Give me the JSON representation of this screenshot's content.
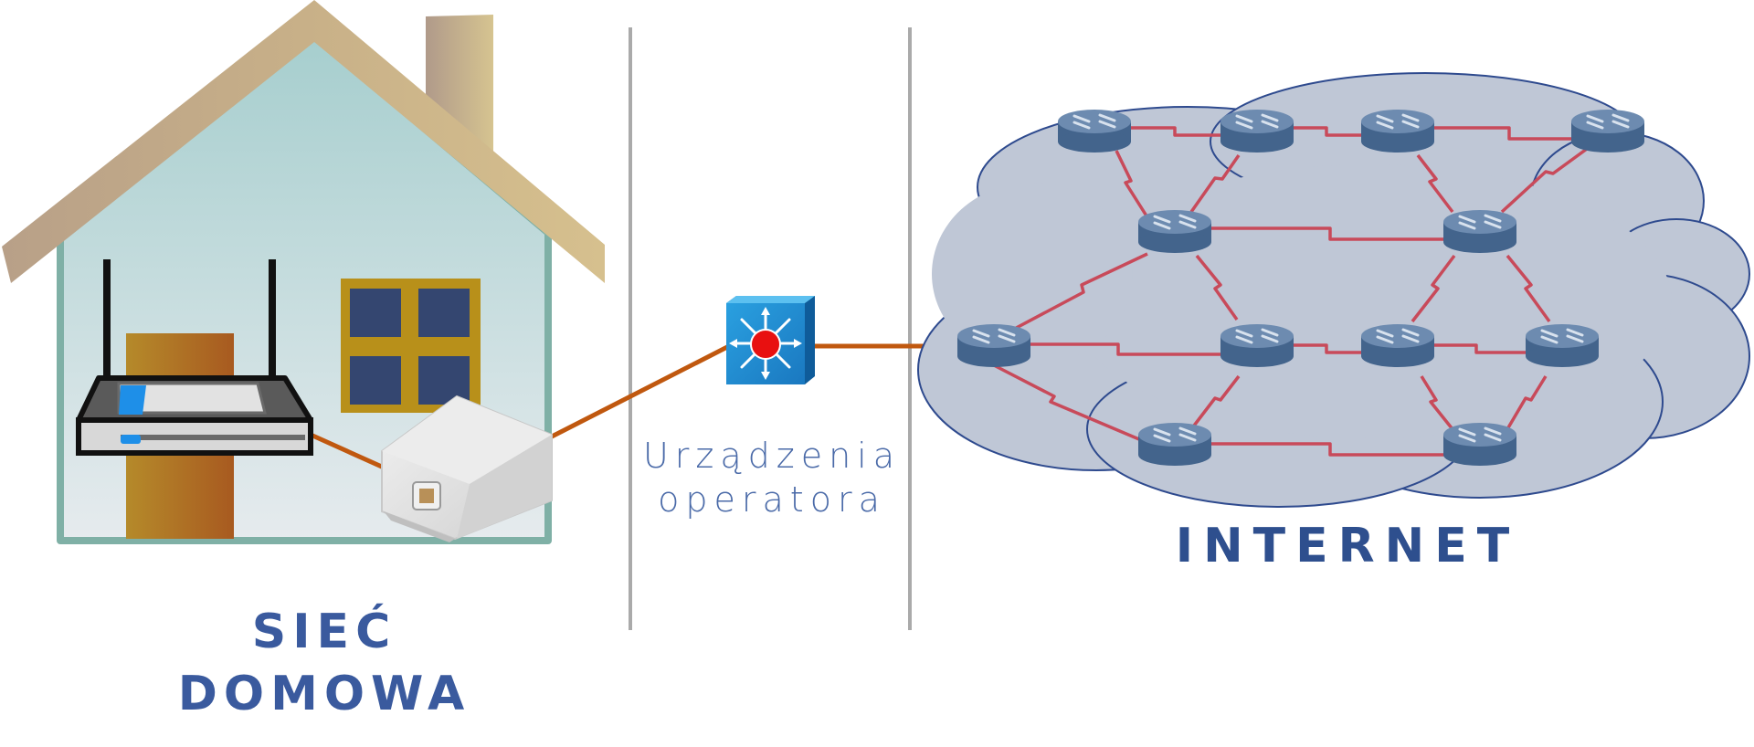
{
  "labels": {
    "home_line1": "SIEĆ",
    "home_line2": "DOMOWA",
    "operator_line1": "Urządzenia",
    "operator_line2": "operatora",
    "internet": "INTERNET"
  },
  "colors": {
    "title_blue": "#3a5a9e",
    "cable_orange": "#c0580f",
    "mesh_red": "#c84a5a",
    "cloud_fill": "#bfc7d6",
    "router_blue": "#5a7ba0",
    "divider_gray": "#aaaaaa"
  },
  "icons": [
    "house-icon",
    "wifi-router-icon",
    "phone-socket-icon",
    "operator-switch-icon",
    "internet-cloud-icon",
    "network-router-icon"
  ]
}
